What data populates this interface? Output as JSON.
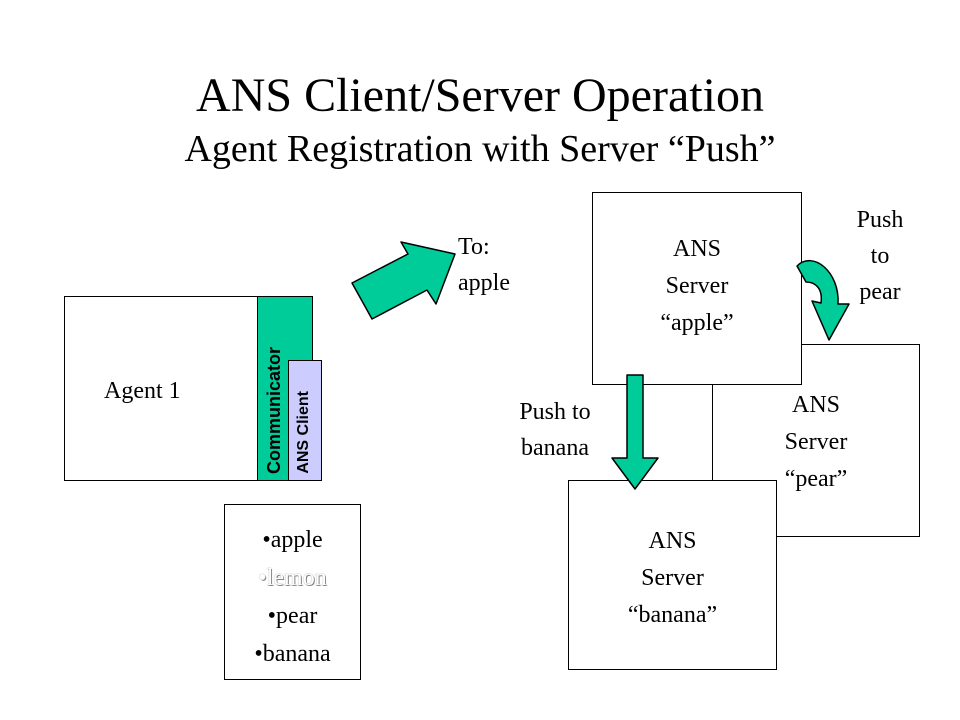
{
  "slide": {
    "title": "ANS Client/Server Operation",
    "subtitle": "Agent Registration with Server “Push”"
  },
  "agent": {
    "label": "Agent 1",
    "communicator_label": "Communicator",
    "client_label": "ANS Client"
  },
  "list": {
    "items": [
      "•apple",
      "•lemon",
      "•pear",
      "•banana"
    ]
  },
  "message": {
    "line1": "To:",
    "line2": "apple"
  },
  "servers": {
    "apple": {
      "line1": "ANS",
      "line2": "Server",
      "line3": "“apple”"
    },
    "pear": {
      "line1": "ANS",
      "line2": "Server",
      "line3": "“pear”"
    },
    "banana": {
      "line1": "ANS",
      "line2": "Server",
      "line3": "“banana”"
    }
  },
  "push_labels": {
    "to_pear": {
      "line1": "Push",
      "line2": "to",
      "line3": "pear"
    },
    "to_banana": {
      "line1": "Push to",
      "line2": "banana"
    }
  },
  "colors": {
    "communicator": "#00cc99",
    "client": "#ccccff",
    "arrow": "#00cc99"
  }
}
